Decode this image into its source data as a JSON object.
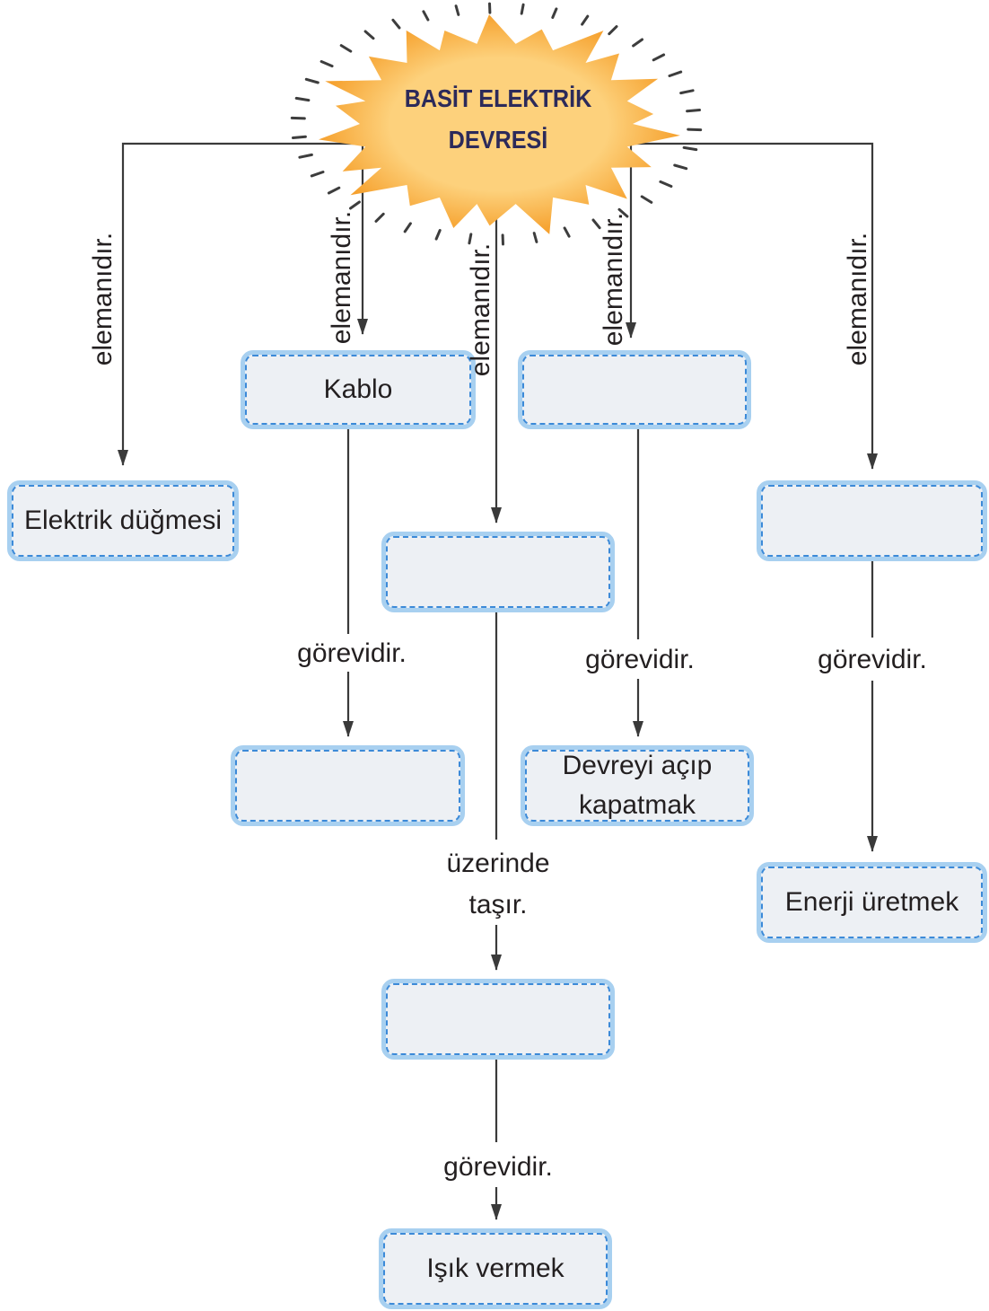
{
  "title": {
    "line1": "BASİT ELEKTRİK",
    "line2": "DEVRESİ"
  },
  "nodes": {
    "left_element": "Elektrik düğmesi",
    "mid_left_element": "Kablo",
    "mid_right_duty": "Devreyi açıp kapatmak",
    "right_duty": "Enerji üretmek",
    "center_duty": "Işık vermek"
  },
  "edge_labels": {
    "to_left_element": "elemanıdır.",
    "to_mid_left_element": "elemanıdır.",
    "to_center_element": "elemanıdır.",
    "to_mid_right_element": "elemanıdır.",
    "to_right_element": "elemanıdır.",
    "mid_left_duty": "görevidir.",
    "mid_right_duty": "görevidir.",
    "right_duty": "görevidir.",
    "center_carries": "üzerinde taşır.",
    "center_duty": "görevidir."
  },
  "colors": {
    "burst_outer": "#f4961c",
    "burst_inner": "#fdd17c",
    "ray": "#3d3d3d",
    "title_text": "#2c2a5a",
    "box_border": "#a8d0f0",
    "box_dash": "#3c8ad8",
    "box_fill": "#edf0f4",
    "connector": "#3a3a3a",
    "label_text": "#231f20"
  }
}
